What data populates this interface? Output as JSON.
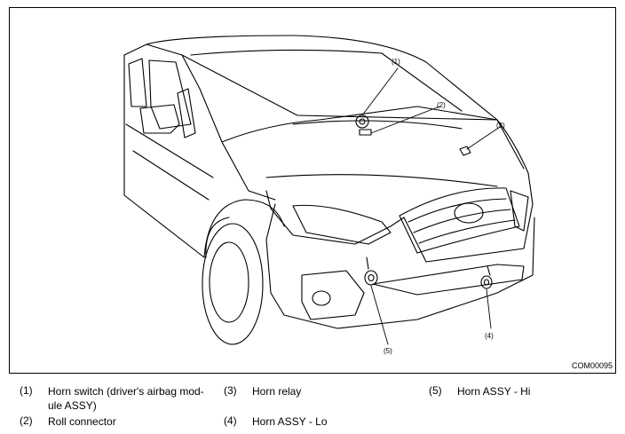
{
  "figure": {
    "code": "COM00095",
    "callouts": [
      "(1)",
      "(2)",
      "(3)",
      "(4)",
      "(5)"
    ]
  },
  "legend": [
    {
      "num": "(1)",
      "lines": [
        "Horn switch (driver's airbag mod-",
        "ule ASSY)"
      ]
    },
    {
      "num": "(2)",
      "lines": [
        "Roll connector"
      ]
    },
    {
      "num": "(3)",
      "lines": [
        "Horn relay"
      ]
    },
    {
      "num": "(4)",
      "lines": [
        "Horn ASSY - Lo"
      ]
    },
    {
      "num": "(5)",
      "lines": [
        "Horn ASSY - Hi"
      ]
    }
  ],
  "colors": {
    "line": "#000000",
    "background": "#ffffff"
  }
}
